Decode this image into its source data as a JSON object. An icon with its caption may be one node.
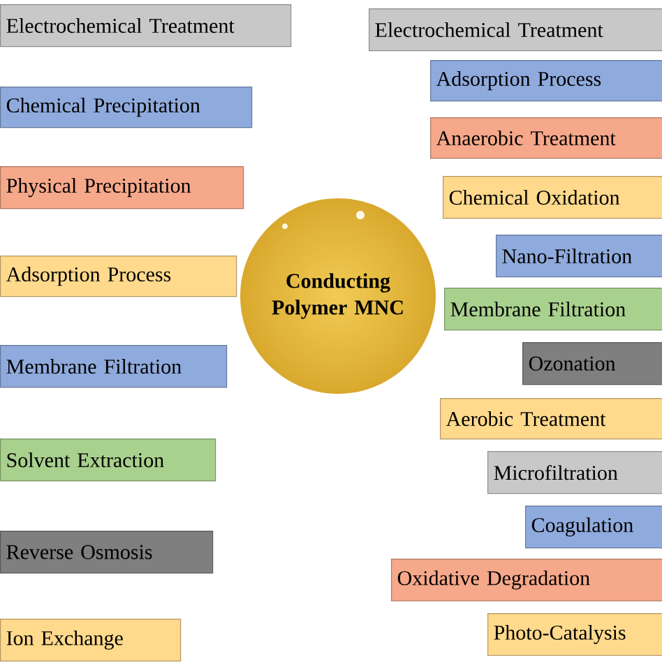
{
  "diagram": {
    "nodes": [
      {
        "text": [
          "Conducting Polymer MNC"
        ]
      },
      {
        "text": [
          "Electrochemical Treatment"
        ]
      },
      {
        "text": [
          "Chemical Precipitation"
        ]
      },
      {
        "text": [
          "Physical Precipitation"
        ]
      },
      {
        "text": [
          "Adsorption Process"
        ]
      },
      {
        "text": [
          "Membrane Filtration"
        ]
      },
      {
        "text": [
          "Solvent Extraction"
        ]
      },
      {
        "text": [
          "Reverse Osmosis"
        ]
      },
      {
        "text": [
          "Ion Exchange"
        ]
      },
      {
        "text": [
          "Electrochemical Treatment"
        ]
      },
      {
        "text": [
          "Adsorption Process"
        ]
      },
      {
        "text": [
          "Anaerobic Treatment"
        ]
      },
      {
        "text": [
          "Chemical Oxidation"
        ]
      },
      {
        "text": [
          "Nano-Filtration"
        ]
      },
      {
        "text": [
          "Membrane Filtration"
        ]
      },
      {
        "text": [
          "Ozonation"
        ]
      },
      {
        "text": [
          "Aerobic Treatment"
        ]
      },
      {
        "text": [
          "Microfiltration"
        ]
      },
      {
        "text": [
          "Coagulation"
        ]
      },
      {
        "text": [
          "Oxidative Degradation"
        ]
      },
      {
        "text": [
          "Photo-Catalysis"
        ]
      }
    ]
  }
}
